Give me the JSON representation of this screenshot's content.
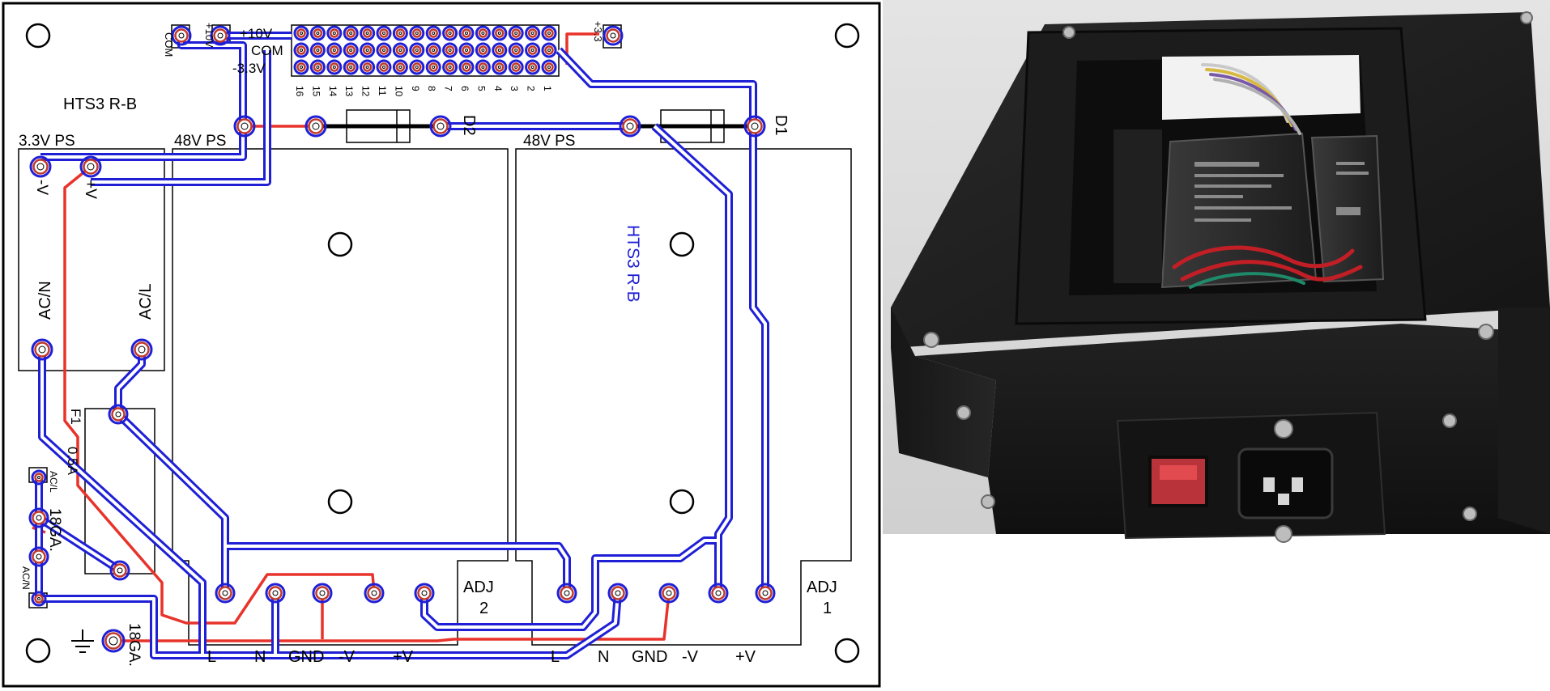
{
  "pcb": {
    "board_title": "HTS3 R-B",
    "mirrored_title": "HTS3 R-B",
    "header_labels": {
      "com_left": "COM",
      "plus10v_left": "+10V",
      "plus10v": "+10V",
      "com": "COM",
      "minus3v3": "-3.3V",
      "plus3v3_right": "+3.3",
      "pin_numbers": [
        "16",
        "15",
        "14",
        "13",
        "12",
        "11",
        "10",
        "9",
        "8",
        "7",
        "6",
        "5",
        "4",
        "3",
        "2",
        "1"
      ]
    },
    "ps_labels": {
      "ps33": "3.3V PS",
      "ps48_left": "48V PS",
      "ps48_right": "48V PS",
      "minus_v": "-V",
      "plus_v": "+V",
      "ac_n": "AC/N",
      "ac_l": "AC/L"
    },
    "diode_labels": {
      "d2": "D2",
      "d1": "D1"
    },
    "fuse_labels": {
      "f1": "F1",
      "rating": "0.5A"
    },
    "wire_labels": {
      "acl": "AC/L",
      "acn": "AC/N",
      "ga_a": "18GA.",
      "ga_b": "18GA."
    },
    "adj_labels": {
      "adj2_a": "ADJ",
      "adj2_b": "2",
      "adj1_a": "ADJ",
      "adj1_b": "1"
    },
    "bottom_labels_left": [
      "L",
      "N",
      "GND",
      "-V",
      "+V"
    ],
    "bottom_labels_right": [
      "L",
      "N",
      "GND",
      "-V",
      "+V"
    ]
  },
  "colors": {
    "trace_blue": "#1f1fd6",
    "trace_red": "#e8332b",
    "pad_ring": "#c0392b",
    "outline": "#000000",
    "enclosure": "#1e1e1e"
  }
}
